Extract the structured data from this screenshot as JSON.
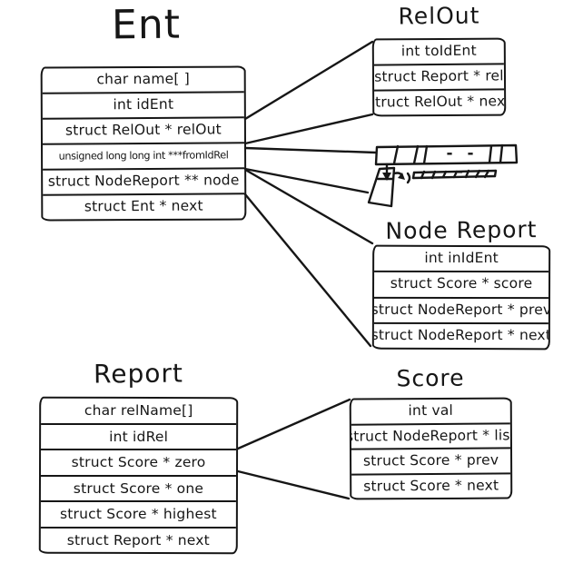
{
  "colors": {
    "ink": "#161616",
    "background": "#ffffff"
  },
  "tables": [
    {
      "id": "ent",
      "title": "Ent",
      "rows": [
        "char name[ ]",
        "int idEnt",
        "struct RelOut * relOut",
        "unsigned long long int ***fromIdRel",
        "struct NodeReport ** node",
        "struct Ent * next"
      ]
    },
    {
      "id": "relout",
      "title": "RelOut",
      "rows": [
        "int toIdEnt",
        "struct Report * rel",
        "struct RelOut * next"
      ]
    },
    {
      "id": "nodereport",
      "title": "Node Report",
      "rows": [
        "int inIdEnt",
        "struct Score * score",
        "struct NodeReport * prev",
        "struct NodeReport * next"
      ]
    },
    {
      "id": "report",
      "title": "Report",
      "rows": [
        "char relName[]",
        "int idRel",
        "struct Score * zero",
        "struct Score * one",
        "struct Score * highest",
        "struct Report * next"
      ]
    },
    {
      "id": "score",
      "title": "Score",
      "rows": [
        "int val",
        "struct NodeReport * list",
        "struct Score * prev",
        "struct Score * next"
      ]
    }
  ],
  "sketch": {
    "ellipsis": "- - -"
  }
}
